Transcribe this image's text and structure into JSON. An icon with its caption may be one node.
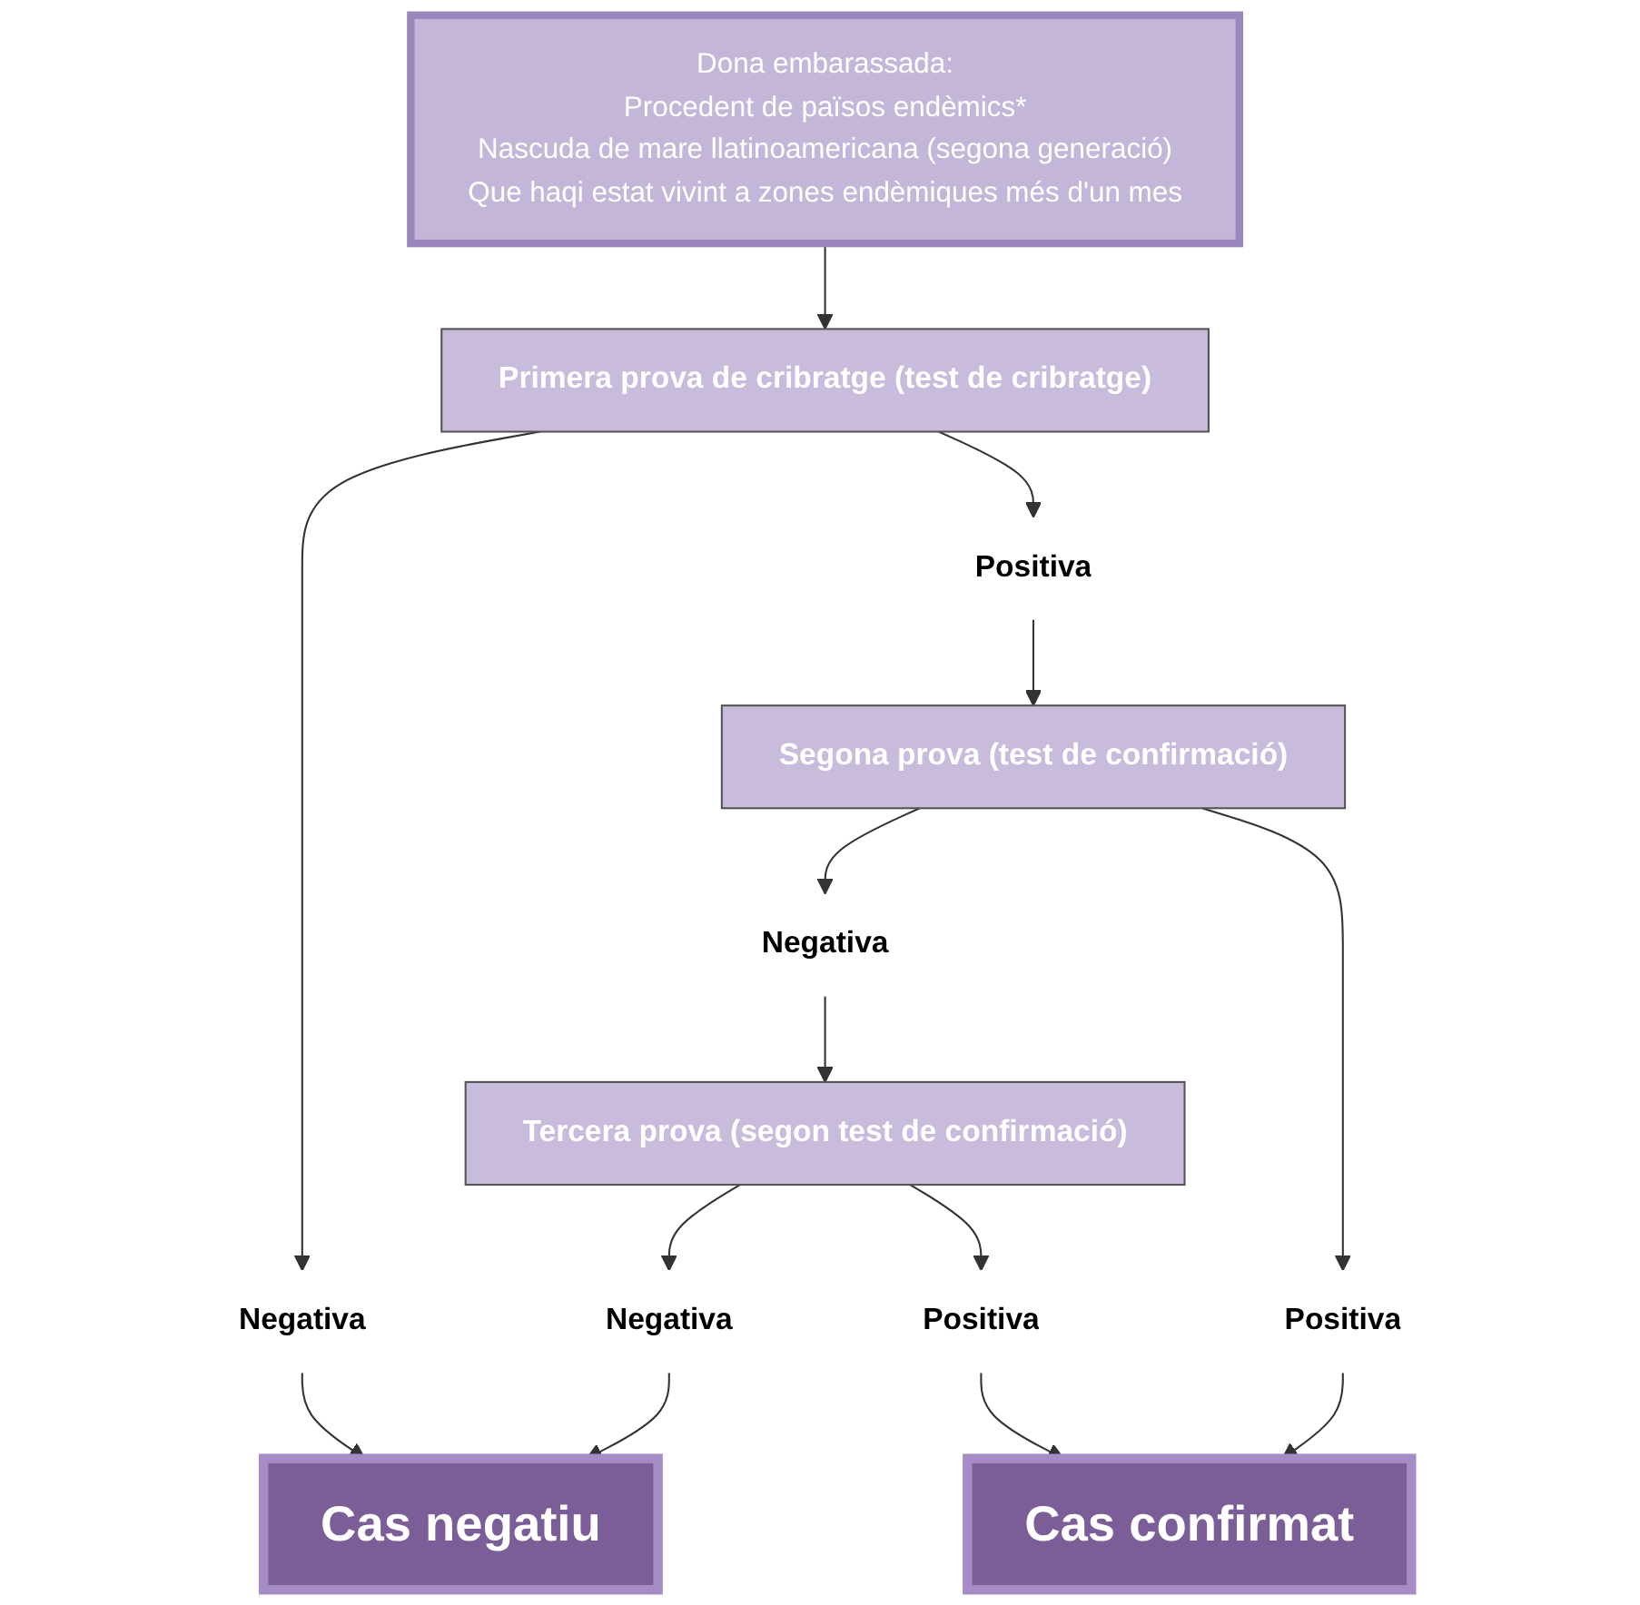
{
  "diagram": {
    "nodes": [
      {
        "text": [
          "Dona embarassada:",
          "Procedent de països endèmics*",
          "Nascuda de mare llatinoamericana (segona generació)",
          "Que haqi estat vivint a zones endèmiques més d'un mes"
        ]
      },
      {
        "text": [
          "Primera prova de cribratge (test de cribratge)"
        ]
      },
      {
        "text": [
          "Negativa"
        ]
      },
      {
        "text": [
          "Positiva"
        ]
      },
      {
        "text": [
          "Segona prova (test de confirmació)"
        ]
      },
      {
        "text": [
          "Negativa"
        ]
      },
      {
        "text": [
          "Positiva"
        ]
      },
      {
        "text": [
          "Tercera prova (segon test de confirmació)"
        ]
      },
      {
        "text": [
          "Negativa"
        ]
      },
      {
        "text": [
          "Positiva"
        ]
      },
      {
        "text": [
          "Cas negatiu"
        ]
      },
      {
        "text": [
          "Cas confirmat"
        ]
      }
    ],
    "edges": [
      {
        "from": 0,
        "to": 1,
        "arrow": "to"
      },
      {
        "from": 1,
        "to": 2,
        "arrow": "to"
      },
      {
        "from": 1,
        "to": 3,
        "arrow": "to"
      },
      {
        "from": 2,
        "to": 10,
        "arrow": "to"
      },
      {
        "from": 3,
        "to": 4,
        "arrow": "to"
      },
      {
        "from": 4,
        "to": 5,
        "arrow": "to"
      },
      {
        "from": 4,
        "to": 6,
        "arrow": "to"
      },
      {
        "from": 5,
        "to": 7,
        "arrow": "to"
      },
      {
        "from": 6,
        "to": 11,
        "arrow": "to"
      },
      {
        "from": 7,
        "to": 8,
        "arrow": "to"
      },
      {
        "from": 7,
        "to": 9,
        "arrow": "to"
      },
      {
        "from": 8,
        "to": 10,
        "arrow": "to"
      },
      {
        "from": 9,
        "to": 11,
        "arrow": "to"
      }
    ]
  }
}
